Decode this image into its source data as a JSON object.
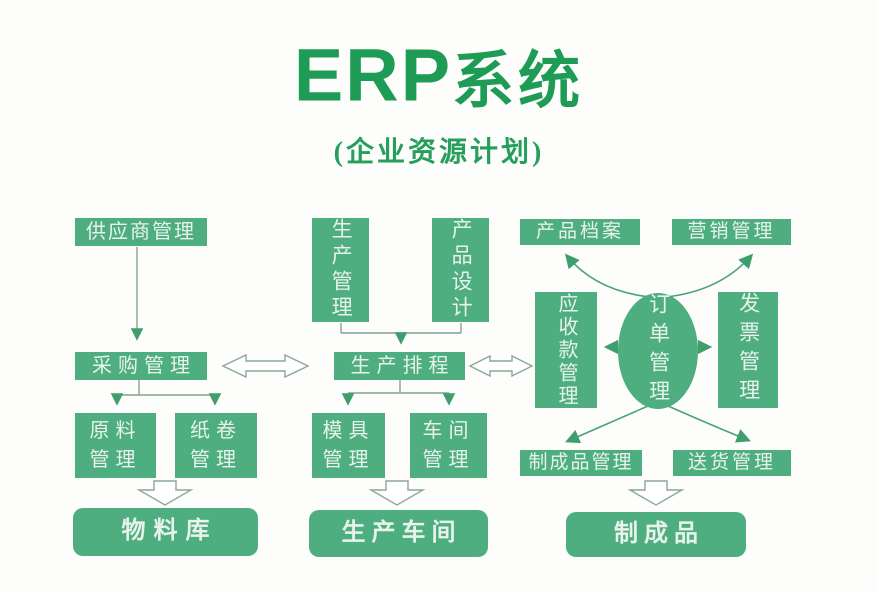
{
  "title": {
    "erp": "ERP",
    "suffix": "系统",
    "subtitle": "(企业资源计划)"
  },
  "colors": {
    "title_green": "#1e9c56",
    "box_green": "#4fae7f",
    "box_text": "#e7f3ec",
    "connector_line": "#83a294",
    "arrowhead_green": "#3f9e6e"
  },
  "nodes": {
    "supplier": "供应商管理",
    "purchasing": "采购管理",
    "raw_material": "原料管理",
    "paper_roll": "纸卷管理",
    "material_store": "物料库",
    "production_mgmt": "生产管理",
    "product_design": "产品设计",
    "production_schedule": "生产排程",
    "mold": "模具管理",
    "workshop": "车间管理",
    "production_workshop": "生产车间",
    "product_archive": "产品档案",
    "marketing": "营销管理",
    "receivables": "应收款管理",
    "order_mgmt": "订单管理",
    "invoice": "发票管理",
    "finished_mgmt": "制成品管理",
    "delivery": "送货管理",
    "finished_goods": "制成品"
  }
}
